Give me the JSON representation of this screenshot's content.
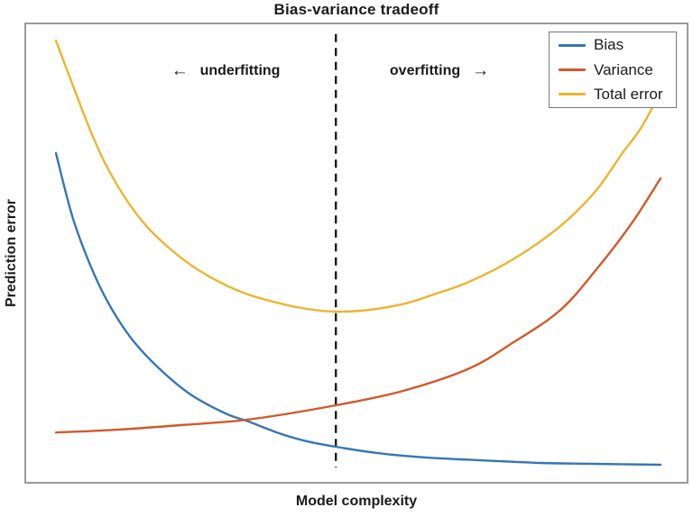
{
  "chart_data": {
    "type": "line",
    "title": "Bias-variance tradeoff",
    "xlabel": "Model complexity",
    "ylabel": "Prediction error",
    "axis": {
      "xlim": [
        0,
        1
      ],
      "ylim": [
        0,
        1
      ],
      "ticks": "none",
      "grid": false,
      "frame_color": "#9a9a9a"
    },
    "legend": {
      "position": "top-right",
      "border_color": "#777777",
      "background": "#ffffff",
      "entries": [
        "Bias",
        "Variance",
        "Total error"
      ]
    },
    "series": [
      {
        "name": "Bias",
        "color": "#3576B5",
        "points": [
          [
            0,
            0.717
          ],
          [
            0.027,
            0.58
          ],
          [
            0.057,
            0.473
          ],
          [
            0.087,
            0.391
          ],
          [
            0.124,
            0.316
          ],
          [
            0.169,
            0.252
          ],
          [
            0.221,
            0.195
          ],
          [
            0.281,
            0.152
          ],
          [
            0.318,
            0.135
          ],
          [
            0.37,
            0.109
          ],
          [
            0.415,
            0.092
          ],
          [
            0.463,
            0.08
          ],
          [
            0.534,
            0.066
          ],
          [
            0.609,
            0.057
          ],
          [
            0.699,
            0.051
          ],
          [
            0.803,
            0.045
          ],
          [
            0.893,
            0.043
          ],
          [
            1.0,
            0.041
          ]
        ]
      },
      {
        "name": "Variance",
        "color": "#D2592B",
        "points": [
          [
            0,
            0.111
          ],
          [
            0.101,
            0.117
          ],
          [
            0.206,
            0.127
          ],
          [
            0.318,
            0.139
          ],
          [
            0.463,
            0.17
          ],
          [
            0.579,
            0.203
          ],
          [
            0.684,
            0.25
          ],
          [
            0.755,
            0.305
          ],
          [
            0.833,
            0.375
          ],
          [
            0.893,
            0.463
          ],
          [
            0.952,
            0.564
          ],
          [
            1.0,
            0.662
          ]
        ]
      },
      {
        "name": "Total error",
        "color": "#EDB42F",
        "points": [
          [
            0,
            0.961
          ],
          [
            0.06,
            0.756
          ],
          [
            0.101,
            0.648
          ],
          [
            0.146,
            0.564
          ],
          [
            0.199,
            0.498
          ],
          [
            0.251,
            0.451
          ],
          [
            0.31,
            0.414
          ],
          [
            0.37,
            0.391
          ],
          [
            0.415,
            0.379
          ],
          [
            0.463,
            0.373
          ],
          [
            0.519,
            0.377
          ],
          [
            0.579,
            0.391
          ],
          [
            0.624,
            0.41
          ],
          [
            0.684,
            0.438
          ],
          [
            0.758,
            0.488
          ],
          [
            0.833,
            0.557
          ],
          [
            0.893,
            0.635
          ],
          [
            0.937,
            0.717
          ],
          [
            0.967,
            0.77
          ],
          [
            1.0,
            0.848
          ]
        ]
      }
    ],
    "vline": {
      "x": 0.463,
      "y_range": [
        0.035,
        0.975
      ],
      "style": "dashed",
      "color": "#1a1a1a"
    },
    "annotations": {
      "underfitting": {
        "arrow": "←",
        "text": "underfitting"
      },
      "overfitting": {
        "text": "overfitting",
        "arrow": "→"
      }
    }
  }
}
